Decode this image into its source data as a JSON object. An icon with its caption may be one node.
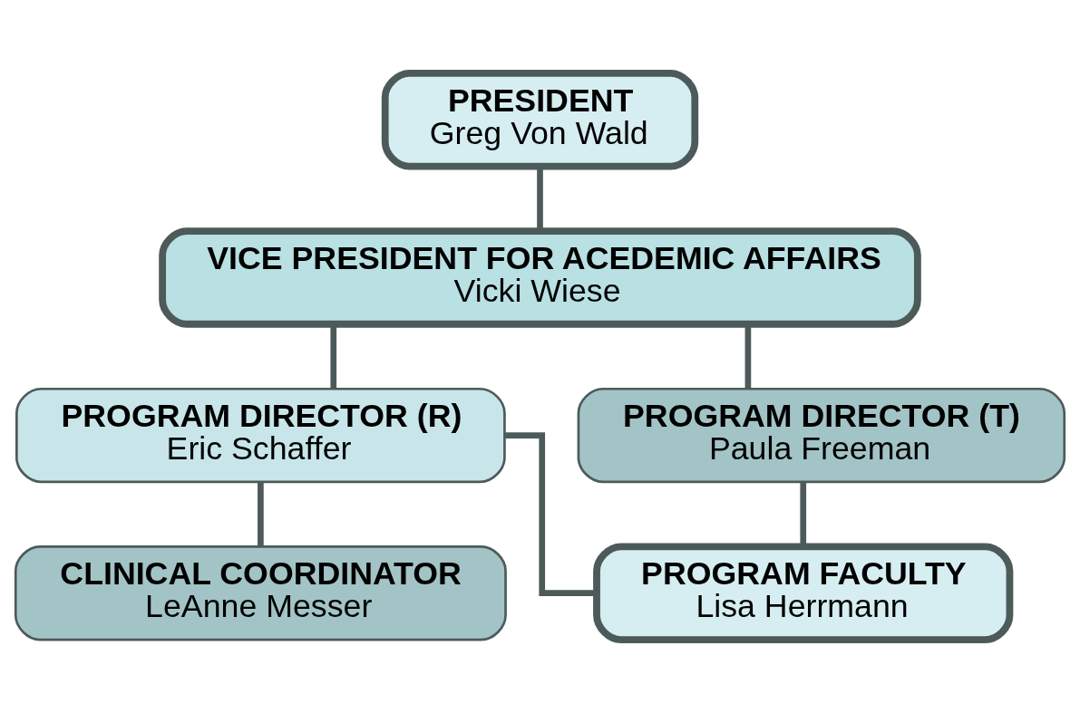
{
  "diagram": {
    "nodes": [
      {
        "text": [
          "PRESIDENT",
          "Greg Von Wald"
        ]
      },
      {
        "text": [
          "VICE PRESIDENT FOR ACEDEMIC AFFAIRS",
          "Vicki Wiese"
        ]
      },
      {
        "text": [
          "PROGRAM DIRECTOR (R)",
          "Eric Schaffer"
        ]
      },
      {
        "text": [
          "PROGRAM DIRECTOR (T)",
          "Paula Freeman"
        ]
      },
      {
        "text": [
          "CLINICAL COORDINATOR",
          "LeAnne Messer"
        ]
      },
      {
        "text": [
          "PROGRAM FACULTY",
          "Lisa Herrmann"
        ]
      }
    ],
    "edges": [
      {
        "from": 0,
        "to": 1,
        "arrow": "none"
      },
      {
        "from": 1,
        "to": 2,
        "arrow": "none"
      },
      {
        "from": 1,
        "to": 3,
        "arrow": "none"
      },
      {
        "from": 2,
        "to": 4,
        "arrow": "none"
      },
      {
        "from": 2,
        "to": 5,
        "arrow": "none"
      },
      {
        "from": 3,
        "to": 5,
        "arrow": "none"
      }
    ]
  }
}
